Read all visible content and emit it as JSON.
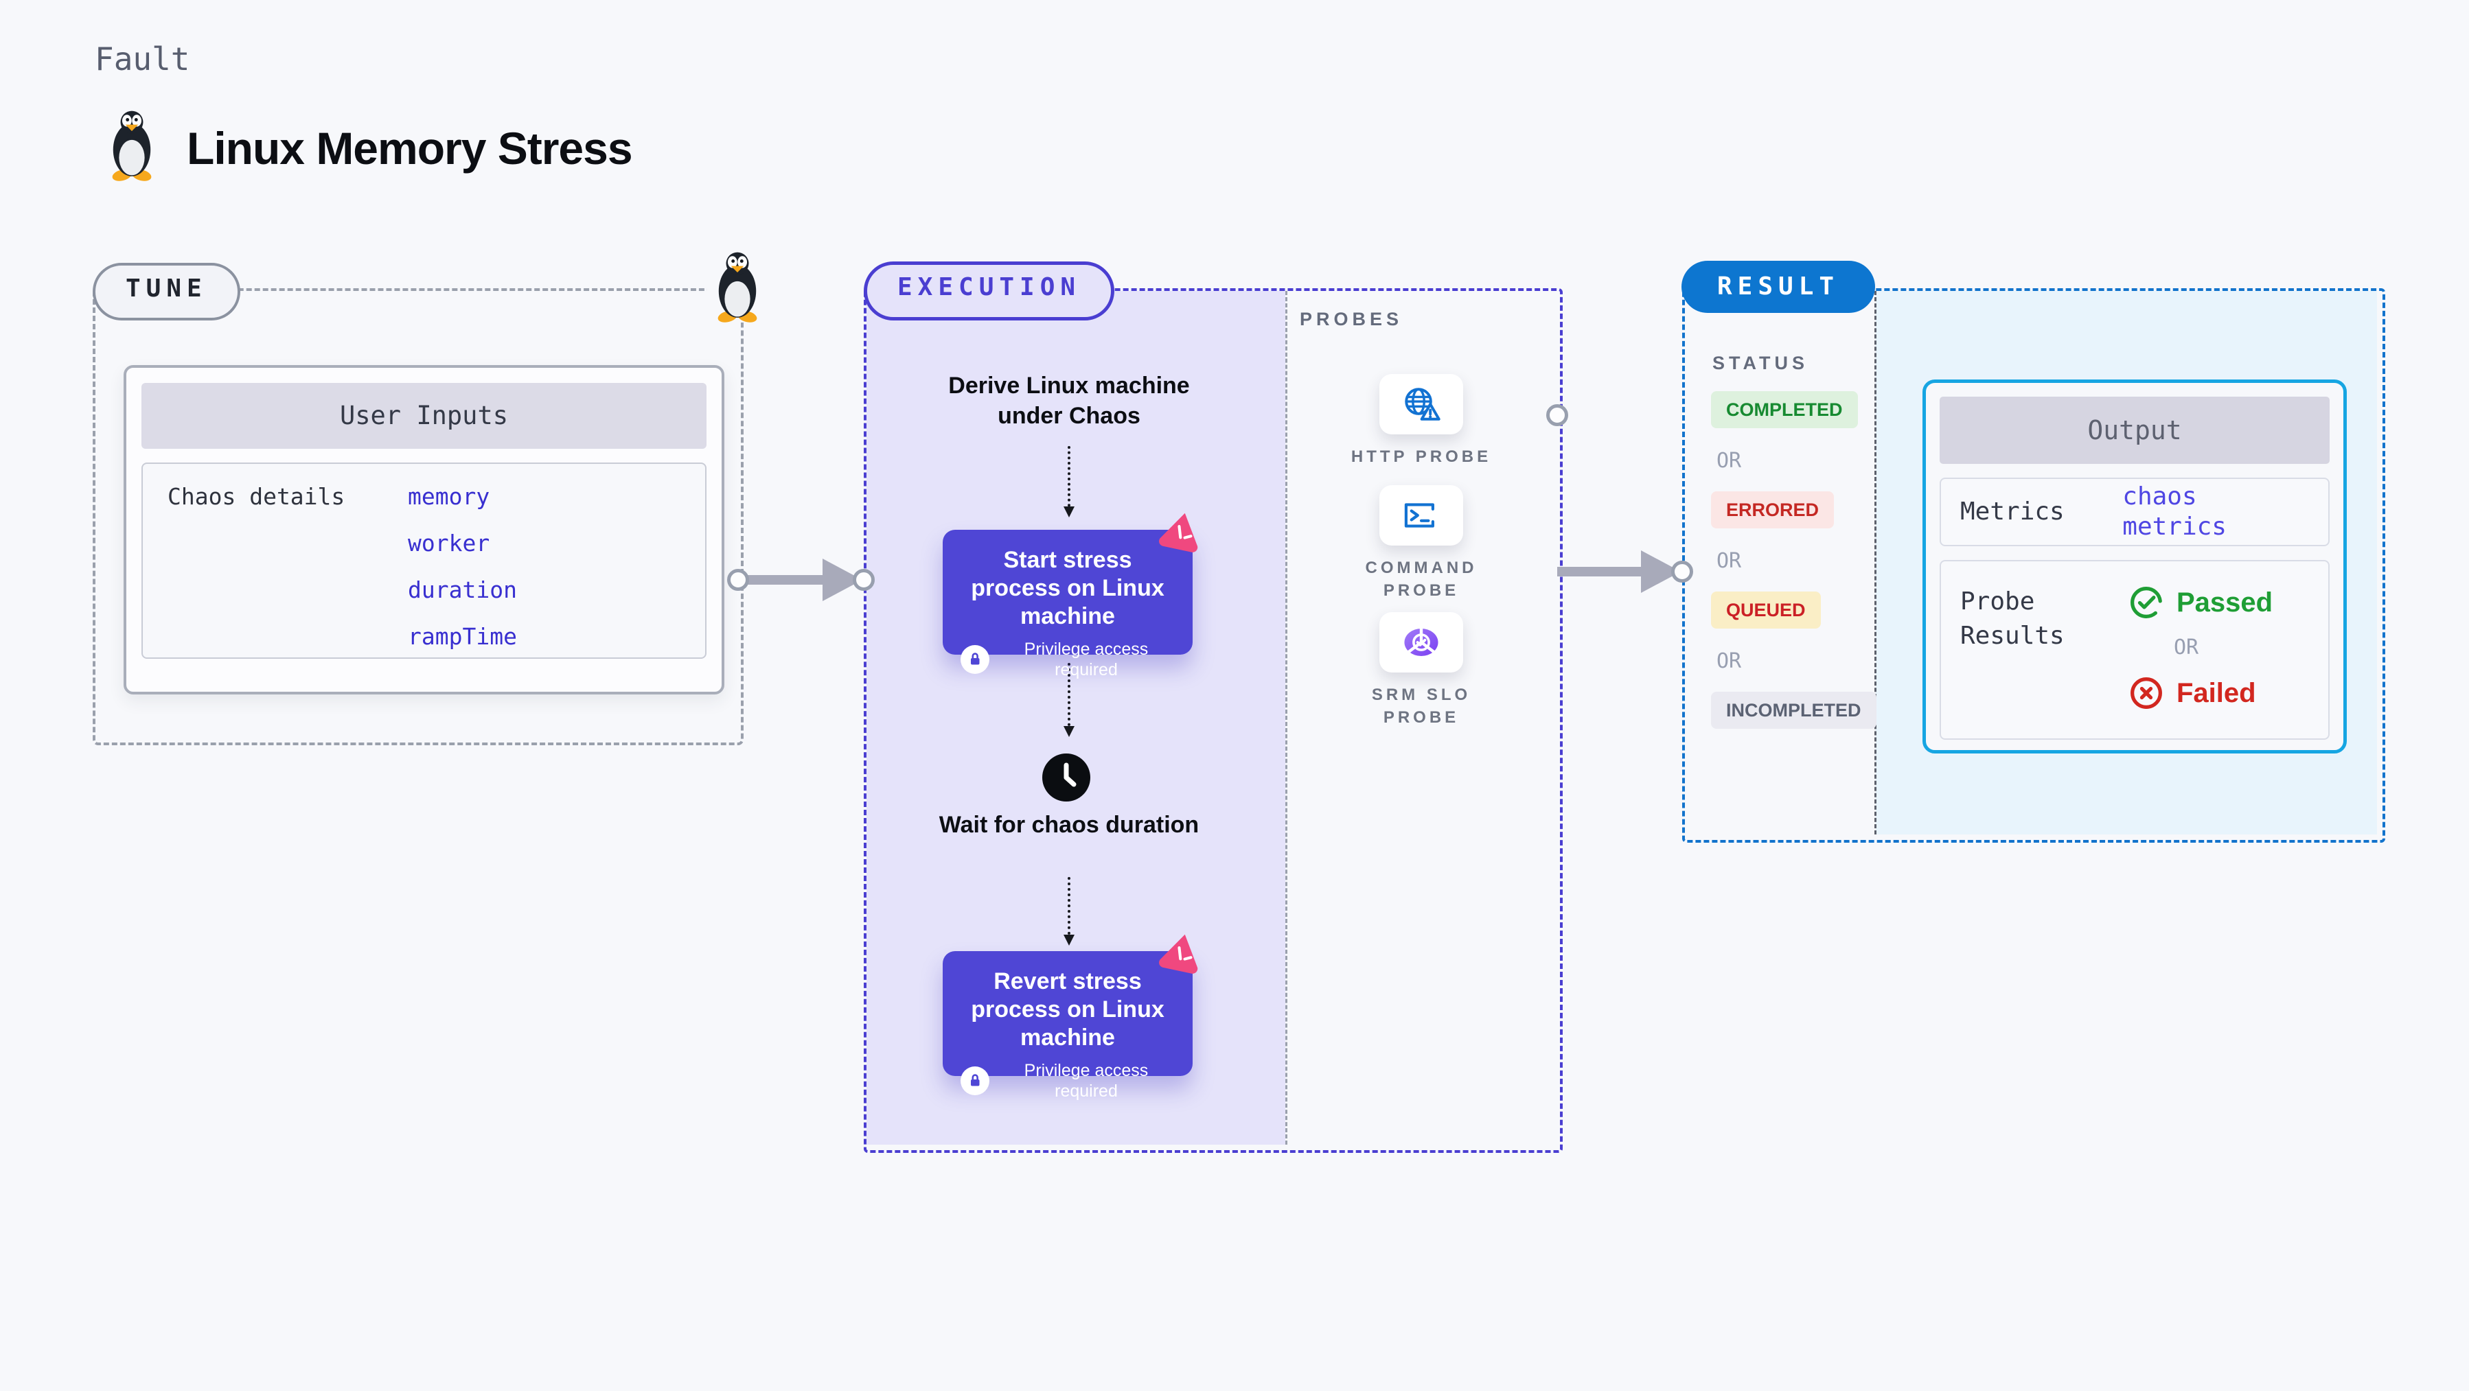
{
  "header": {
    "kicker": "Fault",
    "title": "Linux Memory Stress",
    "icon": "tux-linux-icon"
  },
  "tune": {
    "pill_label": "TUNE",
    "user_inputs": {
      "header": "User Inputs",
      "row_label": "Chaos details",
      "inputs": [
        "memory",
        "worker",
        "duration",
        "rampTime"
      ]
    }
  },
  "execution": {
    "pill_label": "EXECUTION",
    "entry_step": "Derive Linux machine under Chaos",
    "nodes": [
      {
        "title": "Start stress process on Linux machine",
        "badge": "Privilege access required"
      },
      {
        "title": "Revert stress process on Linux machine",
        "badge": "Privilege access required"
      }
    ],
    "wait_step": "Wait for chaos duration"
  },
  "probes": {
    "section_label": "PROBES",
    "items": [
      {
        "label": "HTTP PROBE",
        "icon": "globe-alert-icon"
      },
      {
        "label": "COMMAND PROBE",
        "icon": "terminal-icon"
      },
      {
        "label": "SRM SLO PROBE",
        "icon": "slo-donut-icon"
      }
    ]
  },
  "result": {
    "pill_label": "RESULT",
    "status": {
      "section_label": "STATUS",
      "or_label": "OR",
      "badges": [
        {
          "label": "COMPLETED",
          "bg": "#def1de",
          "color": "#178a31"
        },
        {
          "label": "ERRORED",
          "bg": "#fbe6e5",
          "color": "#c42823"
        },
        {
          "label": "QUEUED",
          "bg": "#faeec6",
          "color": "#cb2026"
        },
        {
          "label": "INCOMPLETED",
          "bg": "#eaeaf1",
          "color": "#5b6273"
        }
      ]
    },
    "output": {
      "header": "Output",
      "metrics_label": "Metrics",
      "metrics_value": "chaos metrics",
      "probe_results_label": "Probe Results",
      "passed_label": "Passed",
      "or_label": "OR",
      "failed_label": "Failed"
    }
  },
  "colors": {
    "page_bg": "#f7f8fb",
    "indigo_border": "#4a3ed1",
    "node_bg": "#4f46d5",
    "lavender_bg": "#e5e3fa",
    "result_pill_blue": "#0d76d0",
    "result_dash_blue": "#1273cc",
    "output_border_cyan": "#16a5e2",
    "output_bg_cyan": "#e8f4fc",
    "chaos_pink": "#f0487f",
    "probe_icon_blue": "#1272d2",
    "slo_purple": "#8a5cf6",
    "passed_green": "#1f9e35",
    "failed_red": "#d2271f",
    "gray_dash": "#9aa0ac",
    "arrow_gray": "#a8aaba"
  }
}
